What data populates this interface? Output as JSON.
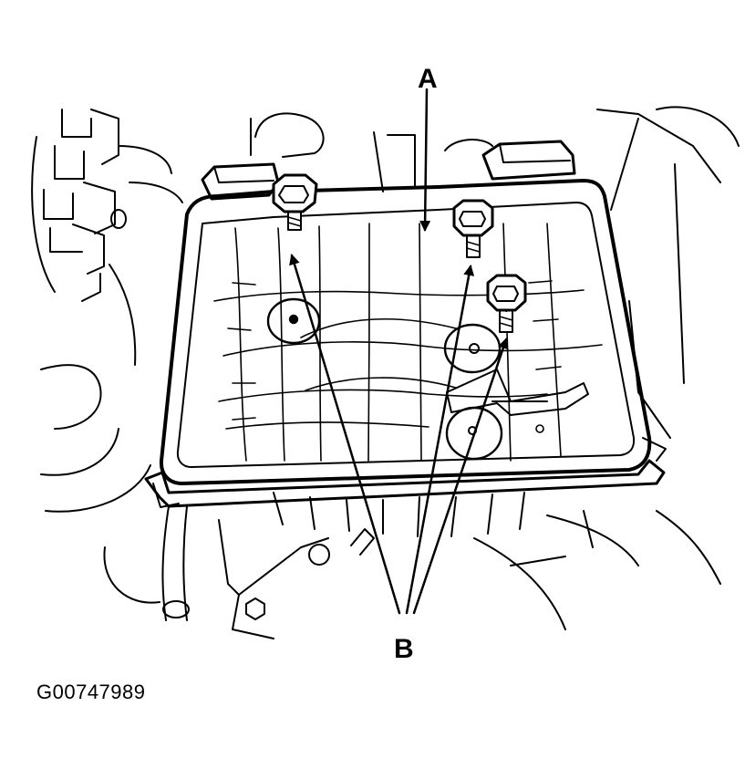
{
  "figure": {
    "figure_id": "G00747989",
    "callouts": {
      "a": "A",
      "b": "B"
    },
    "parts": [
      {
        "callout": "A",
        "name": "air-cleaner-housing"
      },
      {
        "callout": "B",
        "name": "mounting-bolt",
        "count": 3
      }
    ]
  },
  "colors": {
    "ink": "#000000",
    "paper": "#ffffff"
  }
}
